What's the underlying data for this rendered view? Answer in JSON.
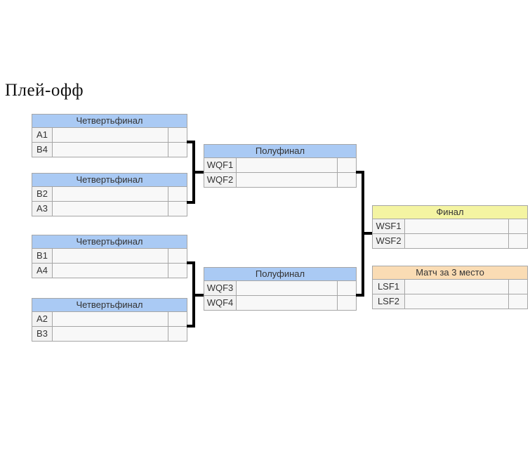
{
  "page": {
    "title": "Плей-офф"
  },
  "colors": {
    "quarterfinal_header": "#aacaf4",
    "semifinal_header": "#aacaf4",
    "final_header": "#f4f4a2",
    "third_place_header": "#fadcb4",
    "label_cell_bg": "#f2f2f2",
    "empty_cell_bg": "#f8f8f8",
    "border": "#a6a6a6",
    "connector": "#000000"
  },
  "bracket": {
    "quarterfinals": [
      {
        "title": "Четвертьфинал",
        "rows": [
          {
            "seed": "A1",
            "team": "",
            "score": ""
          },
          {
            "seed": "B4",
            "team": "",
            "score": ""
          }
        ]
      },
      {
        "title": "Четвертьфинал",
        "rows": [
          {
            "seed": "B2",
            "team": "",
            "score": ""
          },
          {
            "seed": "A3",
            "team": "",
            "score": ""
          }
        ]
      },
      {
        "title": "Четвертьфинал",
        "rows": [
          {
            "seed": "B1",
            "team": "",
            "score": ""
          },
          {
            "seed": "A4",
            "team": "",
            "score": ""
          }
        ]
      },
      {
        "title": "Четвертьфинал",
        "rows": [
          {
            "seed": "A2",
            "team": "",
            "score": ""
          },
          {
            "seed": "B3",
            "team": "",
            "score": ""
          }
        ]
      }
    ],
    "semifinals": [
      {
        "title": "Полуфинал",
        "rows": [
          {
            "seed": "WQF1",
            "team": "",
            "score": ""
          },
          {
            "seed": "WQF2",
            "team": "",
            "score": ""
          }
        ]
      },
      {
        "title": "Полуфинал",
        "rows": [
          {
            "seed": "WQF3",
            "team": "",
            "score": ""
          },
          {
            "seed": "WQF4",
            "team": "",
            "score": ""
          }
        ]
      }
    ],
    "final": {
      "title": "Финал",
      "rows": [
        {
          "seed": "WSF1",
          "team": "",
          "score": ""
        },
        {
          "seed": "WSF2",
          "team": "",
          "score": ""
        }
      ]
    },
    "third_place": {
      "title": "Матч за 3 место",
      "rows": [
        {
          "seed": "LSF1",
          "team": "",
          "score": ""
        },
        {
          "seed": "LSF2",
          "team": "",
          "score": ""
        }
      ]
    }
  }
}
